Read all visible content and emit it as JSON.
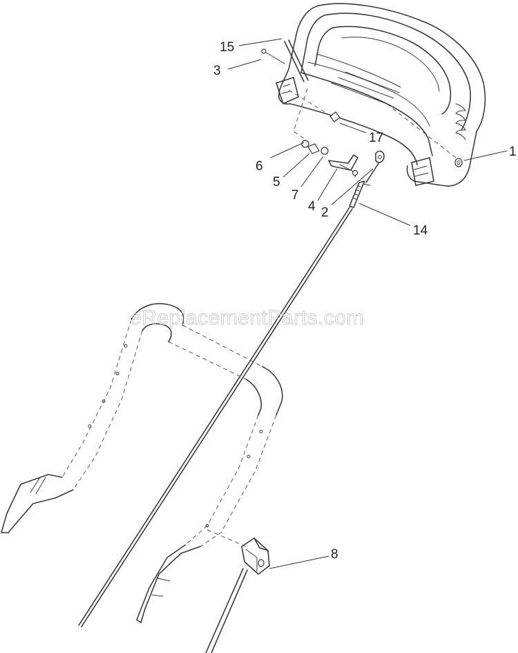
{
  "watermark": "eReplacementParts.com",
  "callouts": [
    {
      "id": "15",
      "label": "15"
    },
    {
      "id": "3",
      "label": "3"
    },
    {
      "id": "17",
      "label": "17"
    },
    {
      "id": "1",
      "label": "1"
    },
    {
      "id": "6",
      "label": "6"
    },
    {
      "id": "5",
      "label": "5"
    },
    {
      "id": "7",
      "label": "7"
    },
    {
      "id": "4",
      "label": "4"
    },
    {
      "id": "2",
      "label": "2"
    },
    {
      "id": "14",
      "label": "14"
    },
    {
      "id": "8",
      "label": "8"
    }
  ]
}
